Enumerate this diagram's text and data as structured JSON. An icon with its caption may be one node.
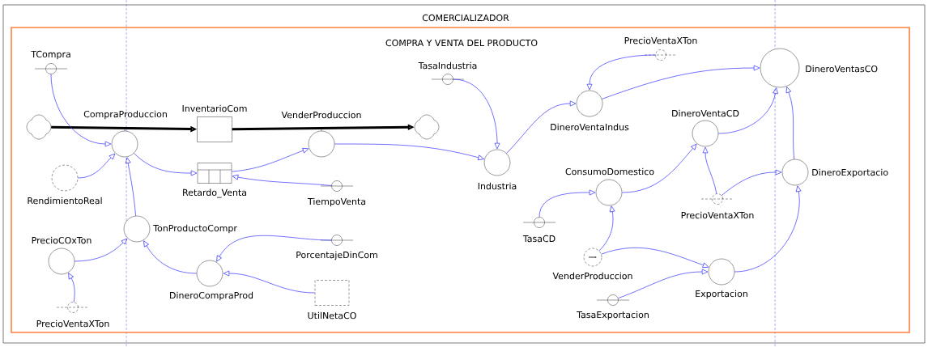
{
  "diagram": {
    "nodes": [
      {
        "text": [
          "COMERCIALIZADOR"
        ]
      },
      {
        "text": [
          "COMPRA Y VENTA DEL PRODUCTO"
        ],
        "in": 0
      },
      {
        "text": [
          "TCompra"
        ],
        "in": 1
      },
      {
        "text": [],
        "shape": "cloud",
        "in": 1
      },
      {
        "text": [
          "CompraProduccion"
        ],
        "in": 1
      },
      {
        "text": [
          "InventarioCom"
        ],
        "in": 1
      },
      {
        "text": [
          "VenderProduccion"
        ],
        "in": 1
      },
      {
        "text": [],
        "shape": "cloud",
        "in": 1
      },
      {
        "text": [
          "RendimientoReal"
        ],
        "in": 1
      },
      {
        "text": [
          "Retardo_Venta"
        ],
        "in": 1
      },
      {
        "text": [
          "TiempoVenta"
        ],
        "in": 1
      },
      {
        "text": [
          "TasaIndustria"
        ],
        "in": 1
      },
      {
        "text": [
          "Industria"
        ],
        "in": 1
      },
      {
        "text": [
          "PrecioVentaXTon"
        ],
        "in": 1
      },
      {
        "text": [
          "DineroVentaIndus"
        ],
        "in": 1
      },
      {
        "text": [
          "DineroVentasCO"
        ],
        "in": 1
      },
      {
        "text": [
          "DineroVentaCD"
        ],
        "in": 1
      },
      {
        "text": [
          "ConsumoDomestico"
        ],
        "in": 1
      },
      {
        "text": [
          "DineroExportacio"
        ],
        "in": 1
      },
      {
        "text": [
          "TasaCD"
        ],
        "in": 1
      },
      {
        "text": [
          "PrecioVentaXTon"
        ],
        "in": 1
      },
      {
        "text": [
          "TonProductoCompr"
        ],
        "in": 1
      },
      {
        "text": [
          "PrecioCOxTon"
        ],
        "in": 1
      },
      {
        "text": [
          "PorcentajeDinCom"
        ],
        "in": 1
      },
      {
        "text": [
          "DineroCompraProd"
        ],
        "in": 1
      },
      {
        "text": [
          "UtilNetaCO"
        ],
        "in": 1
      },
      {
        "text": [
          "VenderProduccion"
        ],
        "in": 1
      },
      {
        "text": [
          "Exportacion"
        ],
        "in": 1
      },
      {
        "text": [
          "PrecioVentaXTon"
        ],
        "in": 1
      },
      {
        "text": [
          "TasaExportacion"
        ],
        "in": 1
      }
    ],
    "edges": [
      {
        "from": 3,
        "to": 5,
        "arrow": "to",
        "style": "thick",
        "color": "#000000"
      },
      {
        "from": 5,
        "to": 7,
        "arrow": "to",
        "style": "thick",
        "color": "#000000"
      },
      {
        "from": 2,
        "to": 4,
        "arrow": "to"
      },
      {
        "from": 8,
        "to": 4,
        "arrow": "to"
      },
      {
        "from": 21,
        "to": 4,
        "arrow": "to"
      },
      {
        "from": 4,
        "to": 9,
        "arrow": "to"
      },
      {
        "from": 9,
        "to": 6,
        "arrow": "to"
      },
      {
        "from": 10,
        "to": 9,
        "arrow": "to"
      },
      {
        "from": 6,
        "to": 12,
        "arrow": "to"
      },
      {
        "from": 11,
        "to": 12,
        "arrow": "to"
      },
      {
        "from": 12,
        "to": 14,
        "arrow": "to"
      },
      {
        "from": 13,
        "to": 14,
        "arrow": "to"
      },
      {
        "from": 14,
        "to": 15,
        "arrow": "to"
      },
      {
        "from": 16,
        "to": 15,
        "arrow": "to"
      },
      {
        "from": 18,
        "to": 15,
        "arrow": "to"
      },
      {
        "from": 17,
        "to": 16,
        "arrow": "to"
      },
      {
        "from": 20,
        "to": 16,
        "arrow": "to"
      },
      {
        "from": 20,
        "to": 18,
        "arrow": "to"
      },
      {
        "from": 19,
        "to": 17,
        "arrow": "to"
      },
      {
        "from": 26,
        "to": 17,
        "arrow": "to"
      },
      {
        "from": 26,
        "to": 27,
        "arrow": "to"
      },
      {
        "from": 29,
        "to": 27,
        "arrow": "to"
      },
      {
        "from": 27,
        "to": 18,
        "arrow": "to"
      },
      {
        "from": 22,
        "to": 21,
        "arrow": "to"
      },
      {
        "from": 28,
        "to": 22,
        "arrow": "to"
      },
      {
        "from": 24,
        "to": 21,
        "arrow": "to"
      },
      {
        "from": 23,
        "to": 24,
        "arrow": "to"
      },
      {
        "from": 25,
        "to": 24,
        "arrow": "to"
      }
    ]
  }
}
